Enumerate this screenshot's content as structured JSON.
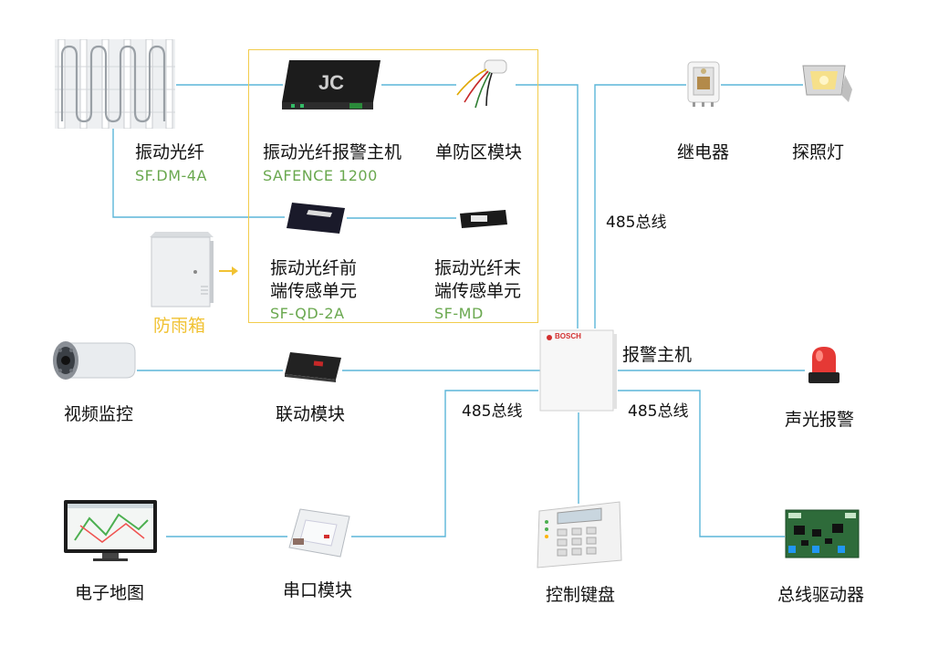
{
  "colors": {
    "line": "#5bb6d8",
    "group_border": "#f2cc4c",
    "model_text": "#6aa84f",
    "rain_box_text": "#f1c232"
  },
  "nodes": {
    "fiber": {
      "label": "振动光纤",
      "model": "SF.DM-4A",
      "icon": "fiber-fence-icon"
    },
    "host": {
      "label": "振动光纤报警主机",
      "model": "SAFENCE 1200",
      "icon": "fiber-alarm-host-icon"
    },
    "single_zone": {
      "label": "单防区模块",
      "icon": "single-zone-module-icon"
    },
    "front_sensor": {
      "label_line1": "振动光纤前",
      "label_line2": "端传感单元",
      "model": "SF-QD-2A",
      "icon": "front-sensor-unit-icon"
    },
    "end_sensor": {
      "label_line1": "振动光纤末",
      "label_line2": "端传感单元",
      "model": "SF-MD",
      "icon": "end-sensor-unit-icon"
    },
    "rain_box": {
      "label": "防雨箱",
      "icon": "rain-box-icon"
    },
    "relay": {
      "label": "继电器",
      "icon": "relay-icon"
    },
    "floodlight": {
      "label": "探照灯",
      "icon": "floodlight-icon"
    },
    "alarm_panel": {
      "label": "报警主机",
      "brand": "BOSCH",
      "icon": "alarm-panel-icon"
    },
    "strobe": {
      "label": "声光报警",
      "icon": "strobe-siren-icon"
    },
    "camera": {
      "label": "视频监控",
      "icon": "camera-icon"
    },
    "linkage": {
      "label": "联动模块",
      "icon": "linkage-module-icon"
    },
    "map": {
      "label": "电子地图",
      "icon": "monitor-map-icon"
    },
    "serial": {
      "label": "串口模块",
      "icon": "serial-module-icon"
    },
    "keypad": {
      "label": "控制键盘",
      "icon": "keypad-icon"
    },
    "bus_driver": {
      "label": "总线驱动器",
      "icon": "bus-driver-board-icon"
    }
  },
  "bus_labels": {
    "top": "485总线",
    "left": "485总线",
    "right": "485总线"
  }
}
